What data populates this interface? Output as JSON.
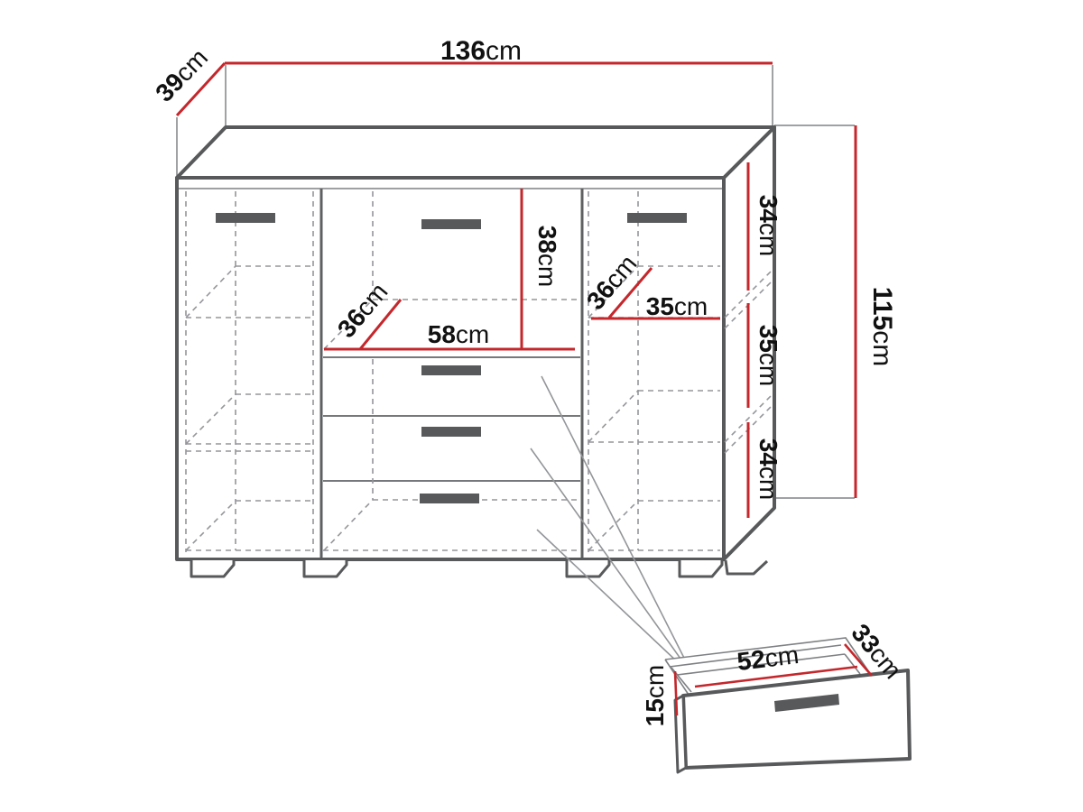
{
  "diagram": {
    "kind": "furniture-dimension-diagram",
    "subject": "sideboard with two doors, four drawers and pull-out drawer detail",
    "unit": "cm",
    "colors": {
      "dimension_line": "#c4272c",
      "outline": "#58595b",
      "dashed_line": "#95969a",
      "label_text": "#111111",
      "background": "#ffffff"
    },
    "overall": {
      "width_cm": 136,
      "depth_cm": 39,
      "height_cm": 115
    },
    "right_side_sections_cm": [
      34,
      35,
      34
    ],
    "middle_section": {
      "top_drawer_height_cm": 38,
      "inner_width_cm": 58,
      "inner_depth_cm": 36
    },
    "door_section": {
      "inner_depth_cm": 36,
      "shelf_width_cm": 35
    },
    "pullout_drawer": {
      "inner_width_cm": 52,
      "inner_depth_cm": 33,
      "front_height_cm": 15
    }
  },
  "labels": {
    "width": {
      "num": "136",
      "unit": "cm"
    },
    "depth": {
      "num": "39",
      "unit": "cm"
    },
    "height": {
      "num": "115",
      "unit": "cm"
    },
    "side_top": {
      "num": "34",
      "unit": "cm"
    },
    "side_mid": {
      "num": "35",
      "unit": "cm"
    },
    "side_bot": {
      "num": "34",
      "unit": "cm"
    },
    "drawer_front": {
      "num": "38",
      "unit": "cm"
    },
    "mid_width": {
      "num": "58",
      "unit": "cm"
    },
    "mid_depth": {
      "num": "36",
      "unit": "cm"
    },
    "door_depth": {
      "num": "36",
      "unit": "cm"
    },
    "door_shelf": {
      "num": "35",
      "unit": "cm"
    },
    "pull_width": {
      "num": "52",
      "unit": "cm"
    },
    "pull_depth": {
      "num": "33",
      "unit": "cm"
    },
    "pull_height": {
      "num": "15",
      "unit": "cm"
    }
  }
}
